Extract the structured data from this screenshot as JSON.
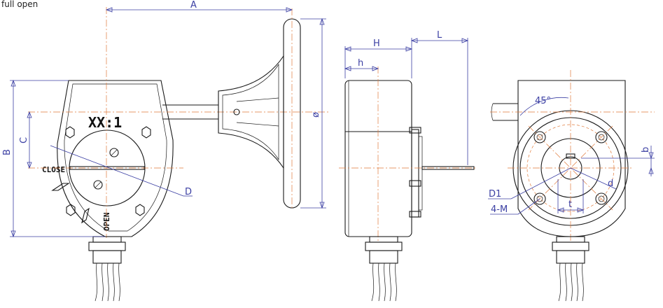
{
  "caption": "full open",
  "front_view": {
    "ratio": "XX:1",
    "close_label": "CLOSE",
    "open_label": "OPEN"
  },
  "dimensions": {
    "A": "A",
    "B": "B",
    "C": "C",
    "D": "D",
    "diameter": "ø",
    "H": "H",
    "h": "h",
    "L": "L",
    "D1": "D1",
    "M": "4-M",
    "angle": "45°",
    "b": "b",
    "d": "d",
    "t": "t"
  },
  "colors": {
    "line": "#1a1a1a",
    "dimension": "#3b3fa3",
    "centerline": "#e07a3a"
  }
}
